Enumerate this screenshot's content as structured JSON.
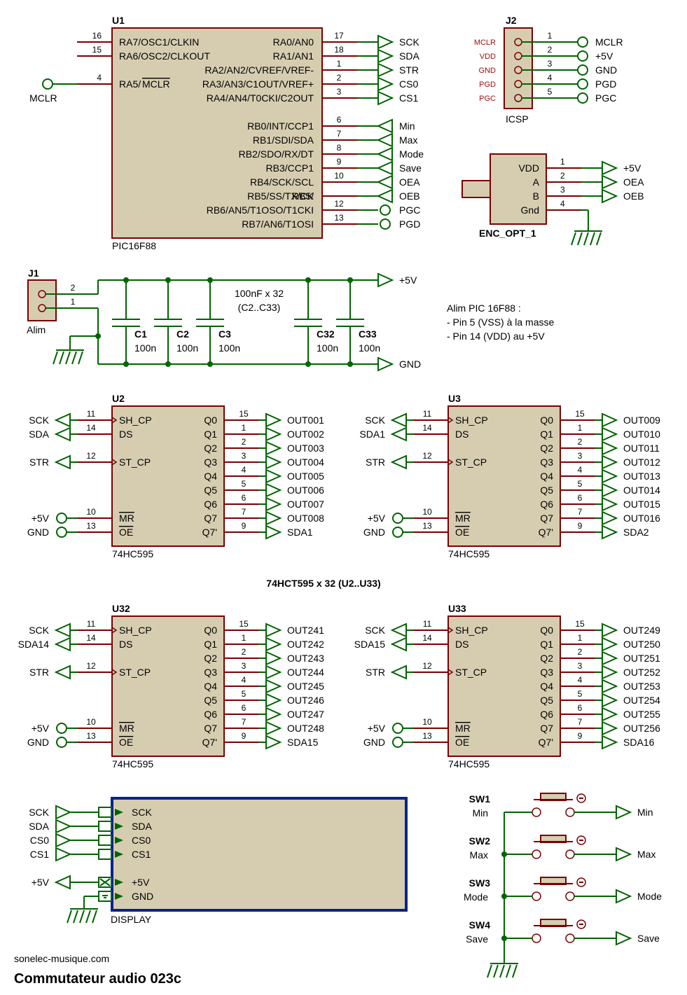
{
  "u1": {
    "ref": "U1",
    "part": "PIC16F88",
    "left_pins": [
      {
        "num": "16",
        "name": "RA7/OSC1/CLKIN"
      },
      {
        "num": "15",
        "name": "RA6/OSC2/CLKOUT"
      },
      {
        "num": "4",
        "name": "RA5/MCLR"
      }
    ],
    "right_pins": [
      {
        "num": "17",
        "name": "RA0/AN0",
        "net": "SCK"
      },
      {
        "num": "18",
        "name": "RA1/AN1",
        "net": "SDA"
      },
      {
        "num": "1",
        "name": "RA2/AN2/CVREF/VREF-",
        "net": "STR"
      },
      {
        "num": "2",
        "name": "RA3/AN3/C1OUT/VREF+",
        "net": "CS0"
      },
      {
        "num": "3",
        "name": "RA4/AN4/T0CKI/C2OUT",
        "net": "CS1"
      },
      {
        "num": "6",
        "name": "RB0/INT/CCP1",
        "net": "Min"
      },
      {
        "num": "7",
        "name": "RB1/SDI/SDA",
        "net": "Max"
      },
      {
        "num": "8",
        "name": "RB2/SDO/RX/DT",
        "net": "Mode"
      },
      {
        "num": "9",
        "name": "RB3/CCP1",
        "net": "Save"
      },
      {
        "num": "10",
        "name": "RB4/SCK/SCL",
        "net": "OEA"
      },
      {
        "num": "11",
        "name": "RB5/SS/TX/CK",
        "net": "OEB"
      },
      {
        "num": "12",
        "name": "RB6/AN5/T1OSO/T1CKI",
        "net": "PGC"
      },
      {
        "num": "13",
        "name": "RB7/AN6/T1OSI",
        "net": "PGD"
      }
    ],
    "mclr_label": "MCLR"
  },
  "j2": {
    "ref": "J2",
    "part": "ICSP",
    "pins": [
      {
        "num": "1",
        "pin": "MCLR",
        "net": "MCLR"
      },
      {
        "num": "2",
        "pin": "VDD",
        "net": "+5V"
      },
      {
        "num": "3",
        "pin": "GND",
        "net": "GND"
      },
      {
        "num": "4",
        "pin": "PGD",
        "net": "PGD"
      },
      {
        "num": "5",
        "pin": "PGC",
        "net": "PGC"
      }
    ]
  },
  "enc": {
    "ref": "ENC_OPT_1",
    "pins": [
      {
        "num": "1",
        "name": "VDD",
        "net": "+5V"
      },
      {
        "num": "2",
        "name": "A",
        "net": "OEA"
      },
      {
        "num": "3",
        "name": "B",
        "net": "OEB"
      },
      {
        "num": "4",
        "name": "Gnd",
        "net": ""
      }
    ]
  },
  "power": {
    "j1_ref": "J1",
    "j1_part": "Alim",
    "j1_pin_top": "2",
    "j1_pin_bottom": "1",
    "vcc_label": "+5V",
    "gnd_label": "GND",
    "cap_note_1": "100nF x 32",
    "cap_note_2": "(C2..C33)",
    "caps": [
      {
        "ref": "C1",
        "val": "100n"
      },
      {
        "ref": "C2",
        "val": "100n"
      },
      {
        "ref": "C3",
        "val": "100n"
      },
      {
        "ref": "C32",
        "val": "100n"
      },
      {
        "ref": "C33",
        "val": "100n"
      }
    ]
  },
  "note": {
    "line1": "Alim PIC 16F88 :",
    "line2": "- Pin 5 (VSS) à la masse",
    "line3": "- Pin 14 (VDD) au +5V"
  },
  "shift_title": "74HCT595 x 32 (U2..U33)",
  "shift_regs": [
    {
      "ref": "U2",
      "part": "74HC595",
      "sck": "SCK",
      "sda_in": "SDA",
      "str": "STR",
      "vcc": "+5V",
      "gnd": "GND",
      "outs": [
        "OUT001",
        "OUT002",
        "OUT003",
        "OUT004",
        "OUT005",
        "OUT006",
        "OUT007",
        "OUT008"
      ],
      "sda_out": "SDA1"
    },
    {
      "ref": "U3",
      "part": "74HC595",
      "sck": "SCK",
      "sda_in": "SDA1",
      "str": "STR",
      "vcc": "+5V",
      "gnd": "GND",
      "outs": [
        "OUT009",
        "OUT010",
        "OUT011",
        "OUT012",
        "OUT013",
        "OUT014",
        "OUT015",
        "OUT016"
      ],
      "sda_out": "SDA2"
    },
    {
      "ref": "U32",
      "part": "74HC595",
      "sck": "SCK",
      "sda_in": "SDA14",
      "str": "STR",
      "vcc": "+5V",
      "gnd": "GND",
      "outs": [
        "OUT241",
        "OUT242",
        "OUT243",
        "OUT244",
        "OUT245",
        "OUT246",
        "OUT247",
        "OUT248"
      ],
      "sda_out": "SDA15"
    },
    {
      "ref": "U33",
      "part": "74HC595",
      "sck": "SCK",
      "sda_in": "SDA15",
      "str": "STR",
      "vcc": "+5V",
      "gnd": "GND",
      "outs": [
        "OUT249",
        "OUT250",
        "OUT251",
        "OUT252",
        "OUT253",
        "OUT254",
        "OUT255",
        "OUT256"
      ],
      "sda_out": "SDA16"
    }
  ],
  "sr_pins": {
    "sh_cp": "SH_CP",
    "ds": "DS",
    "st_cp": "ST_CP",
    "mr": "MR",
    "oe": "OE",
    "sh_cp_num": "11",
    "ds_num": "14",
    "st_cp_num": "12",
    "mr_num": "10",
    "oe_num": "13",
    "q_names": [
      "Q0",
      "Q1",
      "Q2",
      "Q3",
      "Q4",
      "Q5",
      "Q6",
      "Q7",
      "Q7'"
    ],
    "q_nums": [
      "15",
      "1",
      "2",
      "3",
      "4",
      "5",
      "6",
      "7",
      "9"
    ]
  },
  "display": {
    "ref": "DISPLAY",
    "pins": [
      "SCK",
      "SDA",
      "CS0",
      "CS1",
      "+5V",
      "GND"
    ],
    "nets": [
      "SCK",
      "SDA",
      "CS0",
      "CS1",
      "+5V"
    ]
  },
  "switches": [
    {
      "ref": "SW1",
      "name": "Min",
      "net": "Min"
    },
    {
      "ref": "SW2",
      "name": "Max",
      "net": "Max"
    },
    {
      "ref": "SW3",
      "name": "Mode",
      "net": "Mode"
    },
    {
      "ref": "SW4",
      "name": "Save",
      "net": "Save"
    }
  ],
  "footer": {
    "site": "sonelec-musique.com",
    "title": "Commutateur audio 023c"
  }
}
